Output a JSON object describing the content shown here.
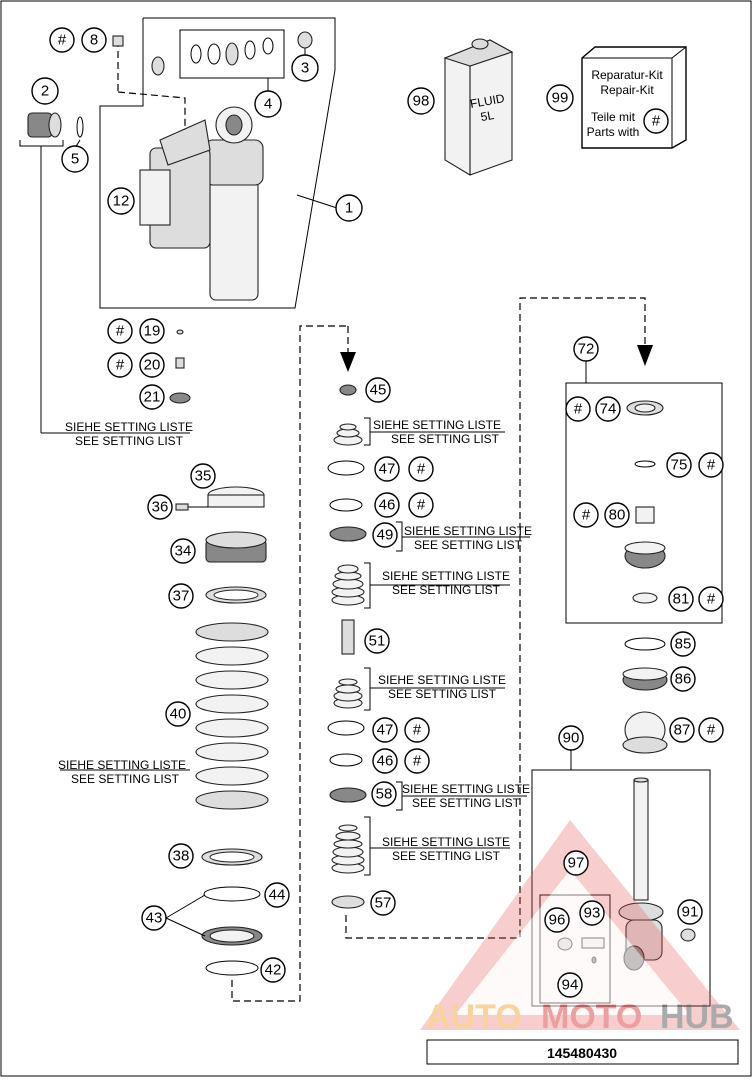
{
  "diagram": {
    "drawing_number": "145480430",
    "watermark": {
      "text_left": "AUTO",
      "text_mid": "MOTO",
      "text_right": "HUB"
    },
    "setting_note": {
      "de": "SIEHE SETTING LISTE",
      "en": "SEE SETTING LIST"
    },
    "repair_kit_card": {
      "line1": "Reparatur-Kit",
      "line2": "Repair-Kit",
      "line3": "Teile mit",
      "line4": "Parts with",
      "symbol": "#"
    },
    "fluid_can": {
      "line1": "FLUID",
      "line2": "5L"
    },
    "hash_symbol": "#",
    "part_numbers": {
      "p1": "1",
      "p2": "2",
      "p3": "3",
      "p4": "4",
      "p5": "5",
      "p8": "8",
      "p12": "12",
      "p19": "19",
      "p20": "20",
      "p21": "21",
      "p34": "34",
      "p35": "35",
      "p36": "36",
      "p37": "37",
      "p38": "38",
      "p40": "40",
      "p42": "42",
      "p43": "43",
      "p44": "44",
      "p45": "45",
      "p46a": "46",
      "p46b": "46",
      "p47a": "47",
      "p47b": "47",
      "p49": "49",
      "p51": "51",
      "p57": "57",
      "p58": "58",
      "p72": "72",
      "p74": "74",
      "p75": "75",
      "p80": "80",
      "p81": "81",
      "p85": "85",
      "p86": "86",
      "p87": "87",
      "p90": "90",
      "p91": "91",
      "p93": "93",
      "p94": "94",
      "p96": "96",
      "p97": "97",
      "p98": "98",
      "p99": "99"
    }
  }
}
